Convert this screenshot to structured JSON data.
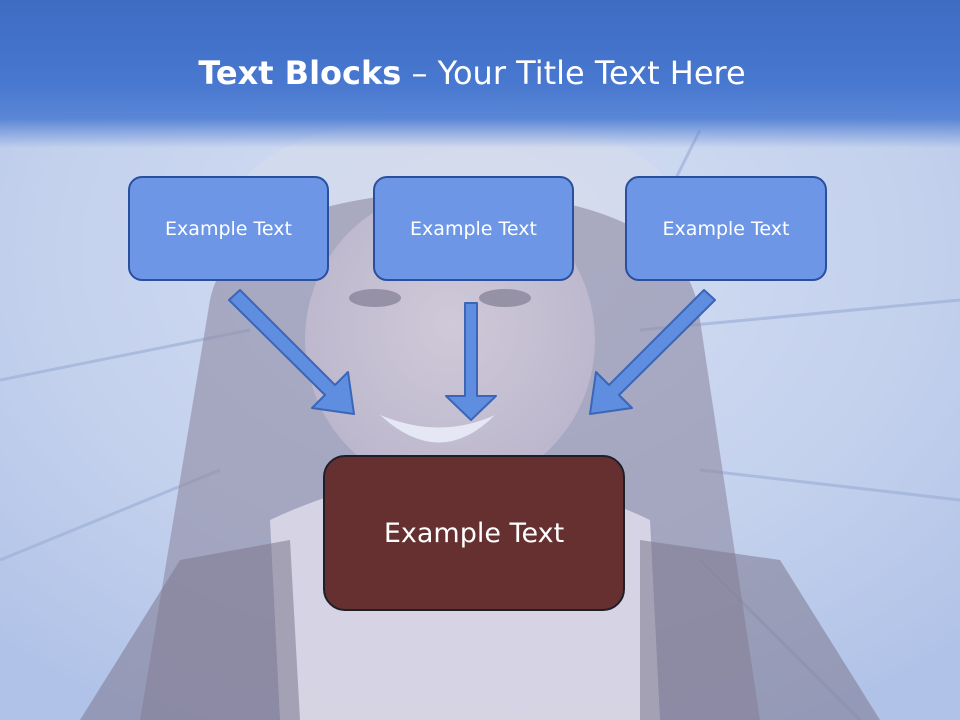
{
  "slide": {
    "title_bold": "Text Blocks",
    "title_dash": " – ",
    "title_rest": "Your Title Text Here",
    "boxes": [
      {
        "label": "Example Text"
      },
      {
        "label": "Example Text"
      },
      {
        "label": "Example Text"
      }
    ],
    "main_box": {
      "label": "Example Text"
    }
  },
  "colors": {
    "header_blue": "#4777cf",
    "box_blue": "#6d97e6",
    "box_border": "#2a4f9c",
    "main_box": "#663030",
    "arrow_fill": "#5f8ee0"
  }
}
